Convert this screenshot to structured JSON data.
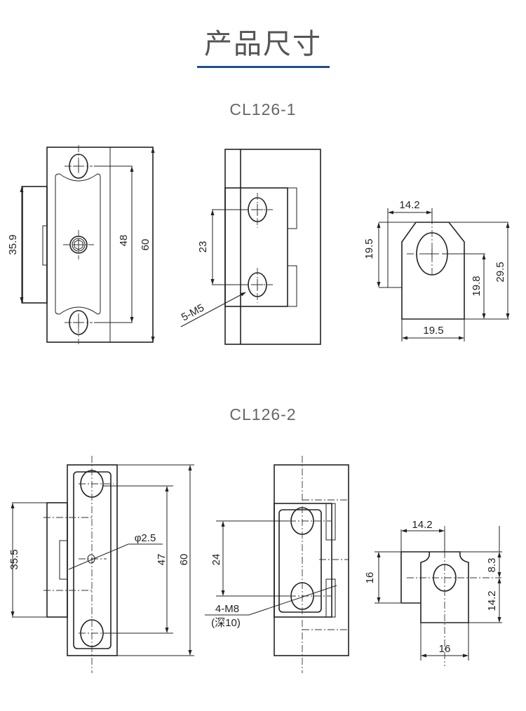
{
  "header": {
    "title": "产品尺寸",
    "accent_color": "#1f4e8c"
  },
  "models": [
    {
      "name": "CL126-1",
      "dimensions": {
        "flange_height": "35.9",
        "hole_pitch": "48",
        "total_height": "60",
        "hole_spacing": "23",
        "thread_callout": "5-M5",
        "top_width": "14.2",
        "left_height": "19.5",
        "center_height": "19.8",
        "overall_height": "29.5",
        "bottom_width": "19.5"
      }
    },
    {
      "name": "CL126-2",
      "dimensions": {
        "flange_height": "35.5",
        "pin_diameter": "φ2.5",
        "hole_pitch": "47",
        "total_height": "60",
        "hole_spacing": "24",
        "thread_callout": "4-M8",
        "thread_depth": "(深10)",
        "top_width": "14.2",
        "left_height": "16",
        "upper_height": "8.3",
        "lower_height": "14.2",
        "bottom_width": "16"
      }
    }
  ]
}
